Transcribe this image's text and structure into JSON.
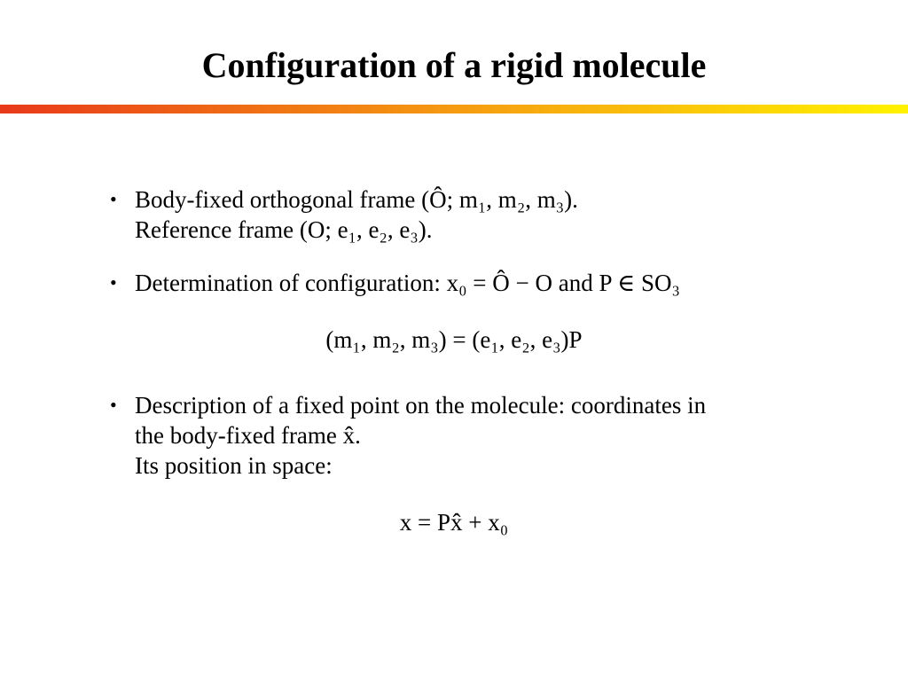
{
  "slide": {
    "title": "Configuration of a rigid molecule",
    "rule_colors": [
      "#e8391a",
      "#f6a410",
      "#fff200"
    ]
  },
  "bullets": [
    {
      "lines": [
        "Body-fixed orthogonal frame (Ô; m₁, m₂, m₃).",
        "Reference frame (O; e₁, e₂, e₃)."
      ]
    },
    {
      "lines": [
        "Determination of configuration: x₀ = Ô − O and P ∈ SO₃"
      ]
    },
    {
      "lines": [
        "Description of a fixed point on the molecule: coordinates in",
        "the body-fixed frame x̂.",
        "Its position in space:"
      ]
    }
  ],
  "equations": [
    "(m₁, m₂, m₃) = (e₁, e₂, e₃)P",
    "x = Px̂ + x₀"
  ]
}
